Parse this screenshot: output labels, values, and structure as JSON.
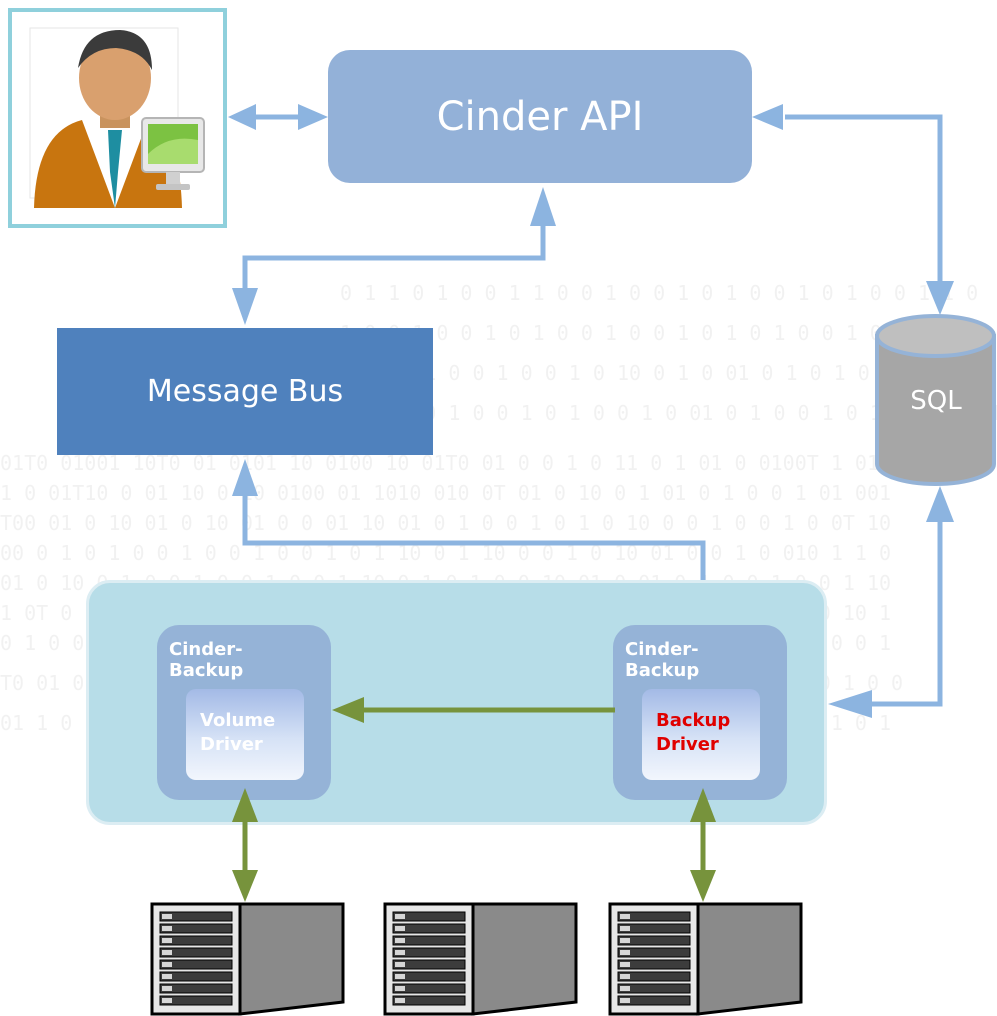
{
  "nodes": {
    "cinder_api": "Cinder API",
    "message_bus": "Message Bus",
    "sql": "SQL",
    "backup_left": {
      "label": "Cinder-\nBackup",
      "driver": "Volume\nDriver"
    },
    "backup_right": {
      "label": "Cinder-\nBackup",
      "driver": "Backup\nDriver"
    }
  },
  "icons": [
    "user-icon",
    "monitor-icon",
    "database-icon",
    "server-icon"
  ],
  "colors": {
    "api_box": "#93b1d8",
    "message_bus": "#4f81bd",
    "region": "#b7dde8",
    "blue_arrow": "#8cb4e0",
    "green_arrow": "#77933c",
    "backup_driver_text": "#e00000",
    "volume_driver_text": "#ffffff"
  }
}
